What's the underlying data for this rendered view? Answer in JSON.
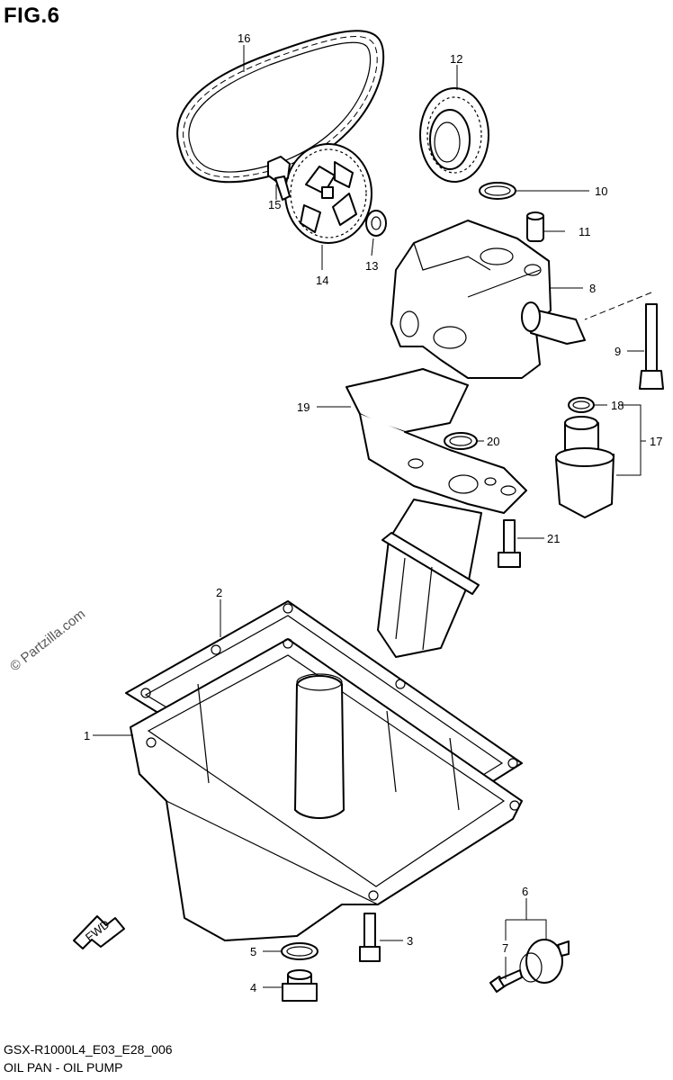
{
  "figure": {
    "title": "FIG.6",
    "model_code": "GSX-R1000L4_E03_E28_006",
    "subtitle": "OIL PAN - OIL PUMP",
    "watermark": "© Partzilla.com",
    "fwd_label": "FWD"
  },
  "callouts": [
    "1",
    "2",
    "3",
    "4",
    "5",
    "6",
    "7",
    "8",
    "9",
    "10",
    "11",
    "12",
    "13",
    "14",
    "15",
    "16",
    "17",
    "18",
    "19",
    "20",
    "21"
  ]
}
